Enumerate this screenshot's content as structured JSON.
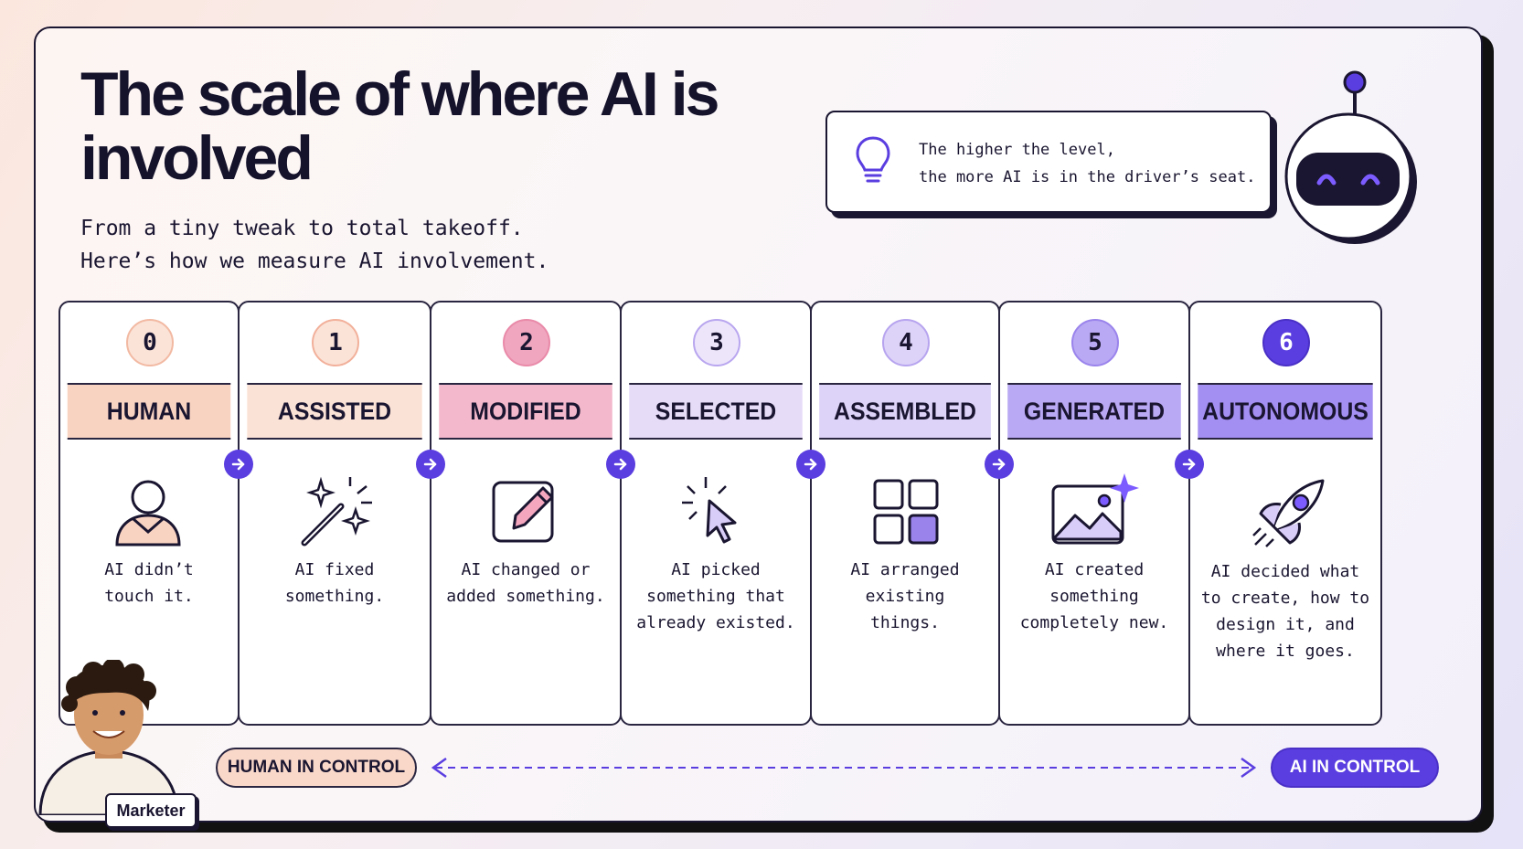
{
  "title": "The scale of where AI is involved",
  "subtitle": {
    "line1": "From a tiny tweak to total takeoff.",
    "line2": "Here’s how we measure AI involvement."
  },
  "tip": {
    "icon": "lightbulb-icon",
    "line1": "The higher the level,",
    "line2": "the more AI is in the driver’s seat."
  },
  "levels": [
    {
      "number": "0",
      "name": "HUMAN",
      "icon": "person-icon",
      "desc": [
        "AI didn’t",
        "touch it."
      ],
      "band_color": "#f9d3c2",
      "badge_bg": "#fbe3d8",
      "badge_border": "#f2b9a2",
      "badge_text": "#1a1530"
    },
    {
      "number": "1",
      "name": "ASSISTED",
      "icon": "magic-wand-icon",
      "desc": [
        "AI fixed",
        "something."
      ],
      "band_color": "#fbe2d6",
      "badge_bg": "#fbe3d8",
      "badge_border": "#f2b09a",
      "badge_text": "#1a1530"
    },
    {
      "number": "2",
      "name": "MODIFIED",
      "icon": "edit-icon",
      "desc": [
        "AI changed or",
        "added something."
      ],
      "band_color": "#f3b8cb",
      "badge_bg": "#f0a6bf",
      "badge_border": "#e98aa9",
      "badge_text": "#1a1530"
    },
    {
      "number": "3",
      "name": "SELECTED",
      "icon": "cursor-click-icon",
      "desc": [
        "AI picked",
        "something that",
        "already existed."
      ],
      "band_color": "#e6dcf8",
      "badge_bg": "#ede6fb",
      "badge_border": "#b9a6ef",
      "badge_text": "#1a1530"
    },
    {
      "number": "4",
      "name": "ASSEMBLED",
      "icon": "grid-icon",
      "desc": [
        "AI arranged",
        "existing",
        "things."
      ],
      "band_color": "#ddd3f8",
      "badge_bg": "#ddd3f8",
      "badge_border": "#b7a4ef",
      "badge_text": "#1a1530"
    },
    {
      "number": "5",
      "name": "GENERATED",
      "icon": "image-sparkle-icon",
      "desc": [
        "AI created",
        "something",
        "completely new."
      ],
      "band_color": "#b9a8f3",
      "badge_bg": "#b9a8f3",
      "badge_border": "#9a84ec",
      "badge_text": "#1a1530"
    },
    {
      "number": "6",
      "name": "AUTONOMOUS",
      "icon": "rocket-icon",
      "desc": [
        "AI decided what",
        "to create, how to",
        "design it, and",
        "where it goes."
      ],
      "band_color": "#a38ef2",
      "badge_bg": "#5b3ee0",
      "badge_border": "#4a30c6",
      "badge_text": "#ffffff"
    }
  ],
  "scale": {
    "left_label": "HUMAN IN CONTROL",
    "right_label": "AI IN CONTROL"
  },
  "person_label": "Marketer",
  "colors": {
    "accent": "#5b3ee0",
    "dark": "#1a1530"
  }
}
